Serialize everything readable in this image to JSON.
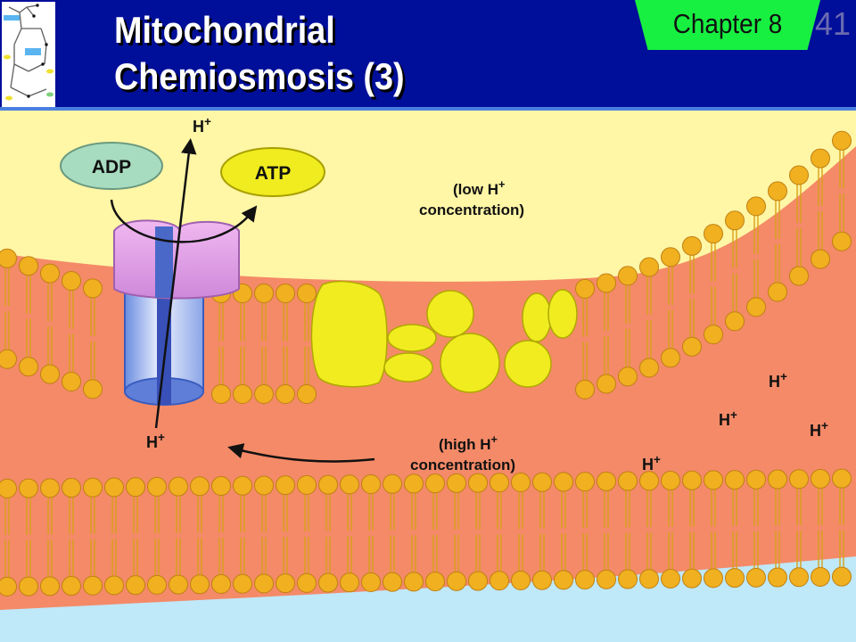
{
  "slide": {
    "title_line_1": "Mitochondrial",
    "title_line_2": "Chemiosmosis (3)",
    "chapter": "Chapter 8",
    "number": "41"
  },
  "diagram": {
    "adp": "ADP",
    "atp": "ATP",
    "proton_top": "H+",
    "proton_bottom": "H+",
    "low_text": "(low H+",
    "low_text_2": "concentration)",
    "high_text": "(high H+",
    "high_text_2": "concentration)",
    "proton_scatter": [
      "H+",
      "H+",
      "H+",
      "H+"
    ]
  },
  "colors": {
    "header": "#000f99",
    "chapter_tab": "#18f041",
    "outer_space": "#fff6a6",
    "intermembrane": "#f48a68",
    "matrix": "#bfe8f8",
    "phospholipid": "#f0b020",
    "complex": "#f0ec20",
    "synthase_head": "#e09ae8",
    "synthase_stalk": "#5e7ed8",
    "adp_oval": "#a8dcc0",
    "atp_oval": "#f0ec20"
  }
}
